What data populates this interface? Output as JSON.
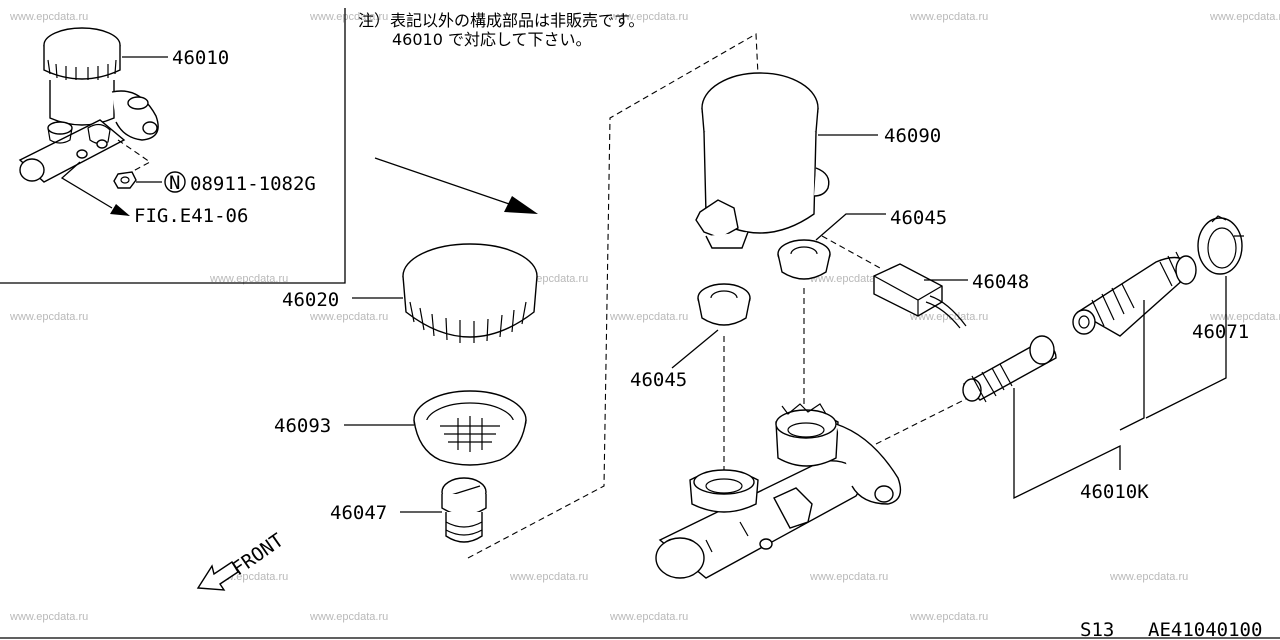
{
  "note": {
    "line1": "注）表記以外の構成部品は非販売です。",
    "line2": "46010 で対応して下さい。"
  },
  "inset": {
    "assembly_label": "46010",
    "nut_symbol": "N",
    "nut_part": "08911-1082G",
    "fig_ref": "FIG.E41-06"
  },
  "parts": {
    "p46020": "46020",
    "p46093": "46093",
    "p46047": "46047",
    "p46090": "46090",
    "p46045_top": "46045",
    "p46045_left": "46045",
    "p46048": "46048",
    "p46071": "46071",
    "p46010k": "46010K"
  },
  "direction": "FRONT",
  "footer": {
    "model": "S13",
    "code": "AE41040100"
  },
  "watermark": "www.epcdata.ru"
}
